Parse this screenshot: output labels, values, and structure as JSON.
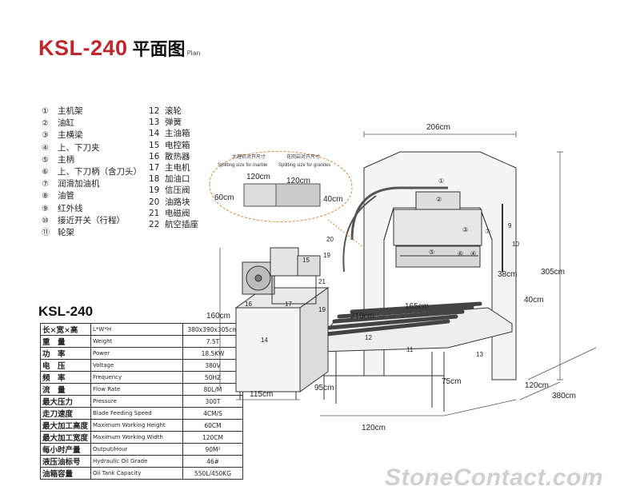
{
  "title": {
    "model": "KSL-240",
    "cn": "平面图",
    "en": "Plan"
  },
  "legend_left": [
    {
      "num": "①",
      "label": "主机架"
    },
    {
      "num": "②",
      "label": "油缸"
    },
    {
      "num": "③",
      "label": "主横梁"
    },
    {
      "num": "④",
      "label": "上、下刀夹"
    },
    {
      "num": "⑤",
      "label": "主柄"
    },
    {
      "num": "⑥",
      "label": "上、下刀柄（含刀头）"
    },
    {
      "num": "⑦",
      "label": "润滑加油机"
    },
    {
      "num": "⑧",
      "label": "油管"
    },
    {
      "num": "⑨",
      "label": "红外线"
    },
    {
      "num": "⑩",
      "label": "接近开关（行程）"
    },
    {
      "num": "⑪",
      "label": "轮架"
    }
  ],
  "legend_right": [
    {
      "num": "12",
      "label": "滚轮"
    },
    {
      "num": "13",
      "label": "弹簧"
    },
    {
      "num": "14",
      "label": "主油箱"
    },
    {
      "num": "15",
      "label": "电控箱"
    },
    {
      "num": "16",
      "label": "散热器"
    },
    {
      "num": "17",
      "label": "主电机"
    },
    {
      "num": "18",
      "label": "加油口"
    },
    {
      "num": "19",
      "label": "信压阀"
    },
    {
      "num": "20",
      "label": "油路块"
    },
    {
      "num": "21",
      "label": "电磁阀"
    },
    {
      "num": "22",
      "label": "航空插座"
    }
  ],
  "spec_title": "KSL-240",
  "specs": [
    {
      "cn": "长×宽×高",
      "en": "L*W*H",
      "value": "380x390x305cm"
    },
    {
      "cn": "重　量",
      "en": "Weight",
      "value": "7.5T"
    },
    {
      "cn": "功　率",
      "en": "Power",
      "value": "18.5KW"
    },
    {
      "cn": "电　压",
      "en": "Voltage",
      "value": "380V"
    },
    {
      "cn": "频　率",
      "en": "Frequency",
      "value": "50HZ"
    },
    {
      "cn": "流　量",
      "en": "Flow Rate",
      "value": "80L/M"
    },
    {
      "cn": "最大压力",
      "en": "Pressure",
      "value": "300T"
    },
    {
      "cn": "走刀速度",
      "en": "Blade Feeding Speed",
      "value": "4CM/S"
    },
    {
      "cn": "最大加工高度",
      "en": "Maximum Working Height",
      "value": "60CM"
    },
    {
      "cn": "最大加工宽度",
      "en": "Maximum Working Width",
      "value": "120CM"
    },
    {
      "cn": "每小时产量",
      "en": "Output/Hour",
      "value": "90M²"
    },
    {
      "cn": "液压油标号",
      "en": "Hydraulic Oil Grade",
      "value": "46#"
    },
    {
      "cn": "油箱容量",
      "en": "Oil Tank Capacity",
      "value": "550L/450KG"
    }
  ],
  "dimensions": {
    "overall_width": "206cm",
    "height": "305cm",
    "depth": "380cm",
    "tank_height": "160cm",
    "tank_width": "115cm",
    "table_width": "120cm",
    "right_base": "120cm",
    "roller_len": "210cm",
    "roller_len2": "165cm",
    "side_40": "40cm",
    "blade_38": "38cm",
    "leg_95": "95cm",
    "leg_75": "75cm"
  },
  "callout": {
    "marble_cn": "大理石对开尺寸",
    "marble_en": "Splitting size for marble",
    "granite_cn": "花岗岩对开尺寸",
    "granite_en": "Splitting size for granites",
    "m_width": "120cm",
    "m_height": "60cm",
    "g_width": "120cm",
    "g_height": "40cm"
  },
  "watermark": "StoneContact.com",
  "colors": {
    "title_red": "#c0272d",
    "callout_orange": "#d8893e"
  }
}
